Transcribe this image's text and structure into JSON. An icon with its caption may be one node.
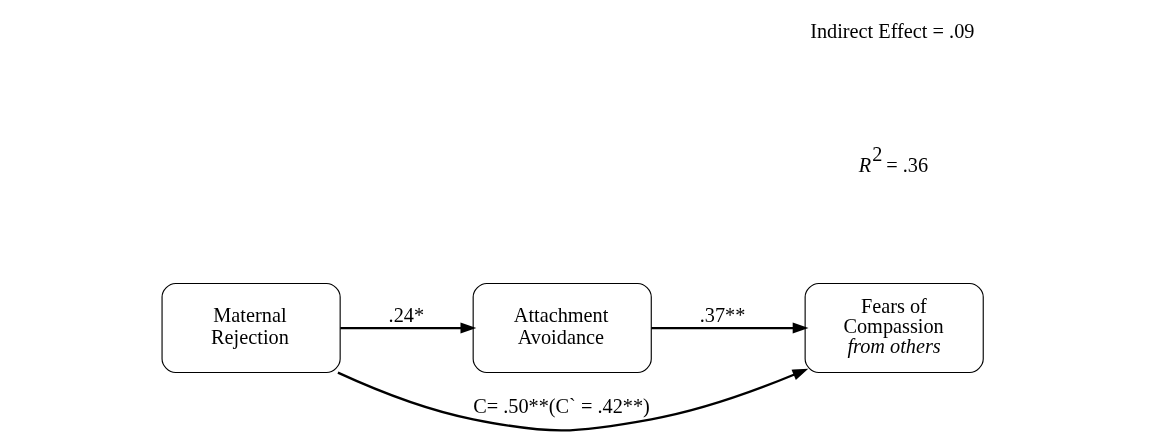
{
  "diagram": {
    "nodes": [
      {
        "text": [
          "Maternal Rejection"
        ]
      },
      {
        "text": [
          "Attachment Avoidance"
        ]
      },
      {
        "text": [
          "Fears of Compassion *from others*"
        ]
      }
    ],
    "edges": [
      {
        "from": 0,
        "to": 1,
        "arrow": "to",
        "label": ".24*"
      },
      {
        "from": 1,
        "to": 2,
        "arrow": "to",
        "label": ".37**"
      },
      {
        "from": 0,
        "to": 2,
        "arrow": "to",
        "label": "C= .50**(C` = .42**)"
      }
    ],
    "labels": [
      "Indirect Effect = .09",
      "*R*$^{2}$ = .36"
    ]
  }
}
